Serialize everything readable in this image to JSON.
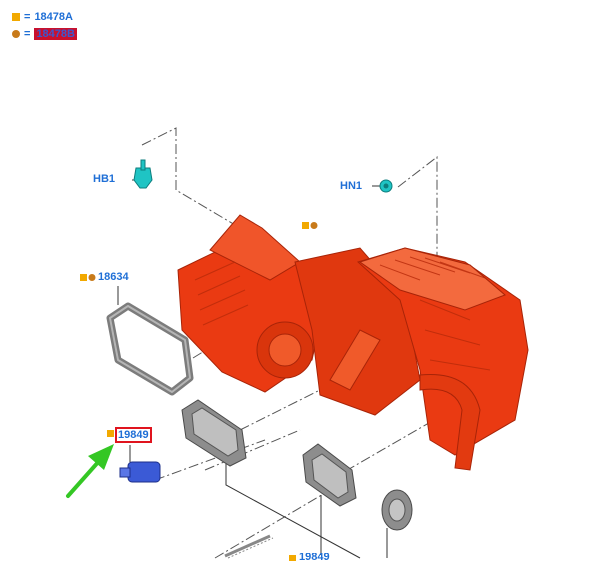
{
  "legend": [
    {
      "marker": "square",
      "color": "#f2a900",
      "symbol": "=",
      "code": "18478A"
    },
    {
      "marker": "dot",
      "color": "#c87a1a",
      "symbol": "=",
      "code": "18478B"
    }
  ],
  "callouts": {
    "hb1": "HB1",
    "hn1": "HN1",
    "part_18634": "18634",
    "part_19849": "19849",
    "part_bottom": "19849"
  },
  "colors": {
    "housing": "#ea3a12",
    "housing_dark": "#b82a0a",
    "gasket": "#8a8a8a",
    "fastener": "#1fc4c4",
    "sensor": "#3b5ad6",
    "arrow": "#34c724",
    "label": "#1f6fd6",
    "highlight_box": "#e0141e"
  }
}
